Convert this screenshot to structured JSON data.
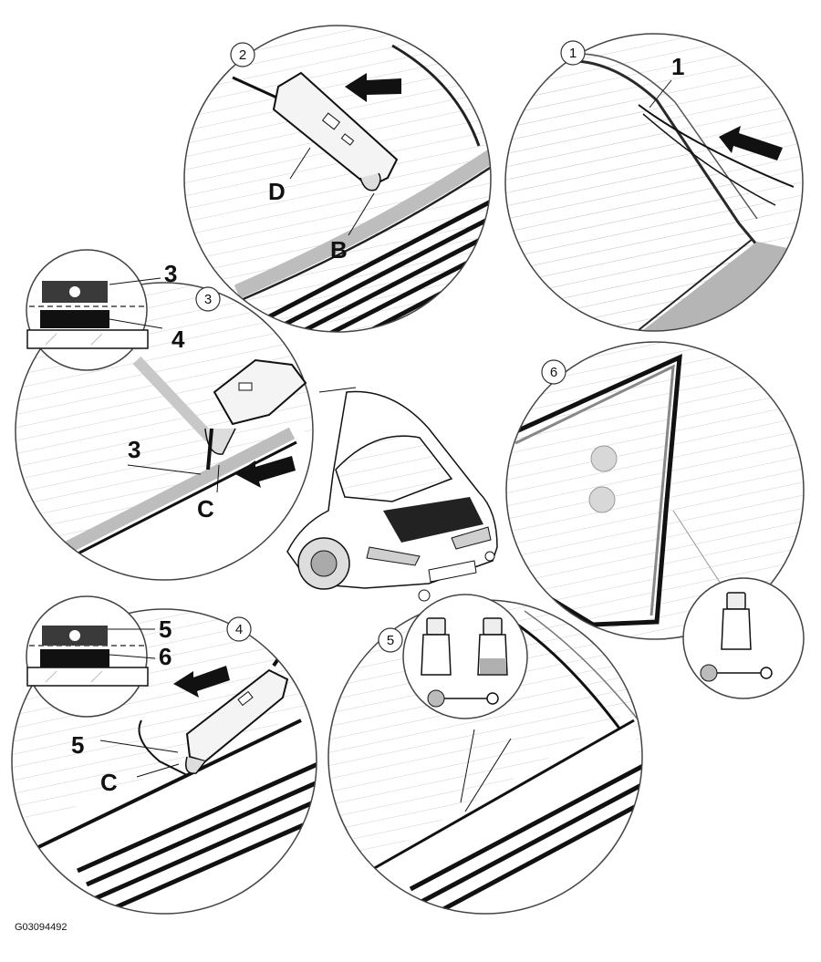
{
  "figure_code": "G03094492",
  "steps": [
    {
      "number": "1",
      "labels": [
        "1"
      ]
    },
    {
      "number": "2",
      "labels": [
        "D",
        "B"
      ]
    },
    {
      "number": "3",
      "labels": [
        "3",
        "4",
        "3",
        "C"
      ]
    },
    {
      "number": "4",
      "labels": [
        "5",
        "6",
        "5",
        "C"
      ]
    },
    {
      "number": "5",
      "labels": []
    },
    {
      "number": "6",
      "labels": []
    }
  ],
  "icons": [
    "tool-handle-icon",
    "direction-arrow-icon",
    "bottle-icon",
    "applicator-icon",
    "car-rear-icon"
  ]
}
